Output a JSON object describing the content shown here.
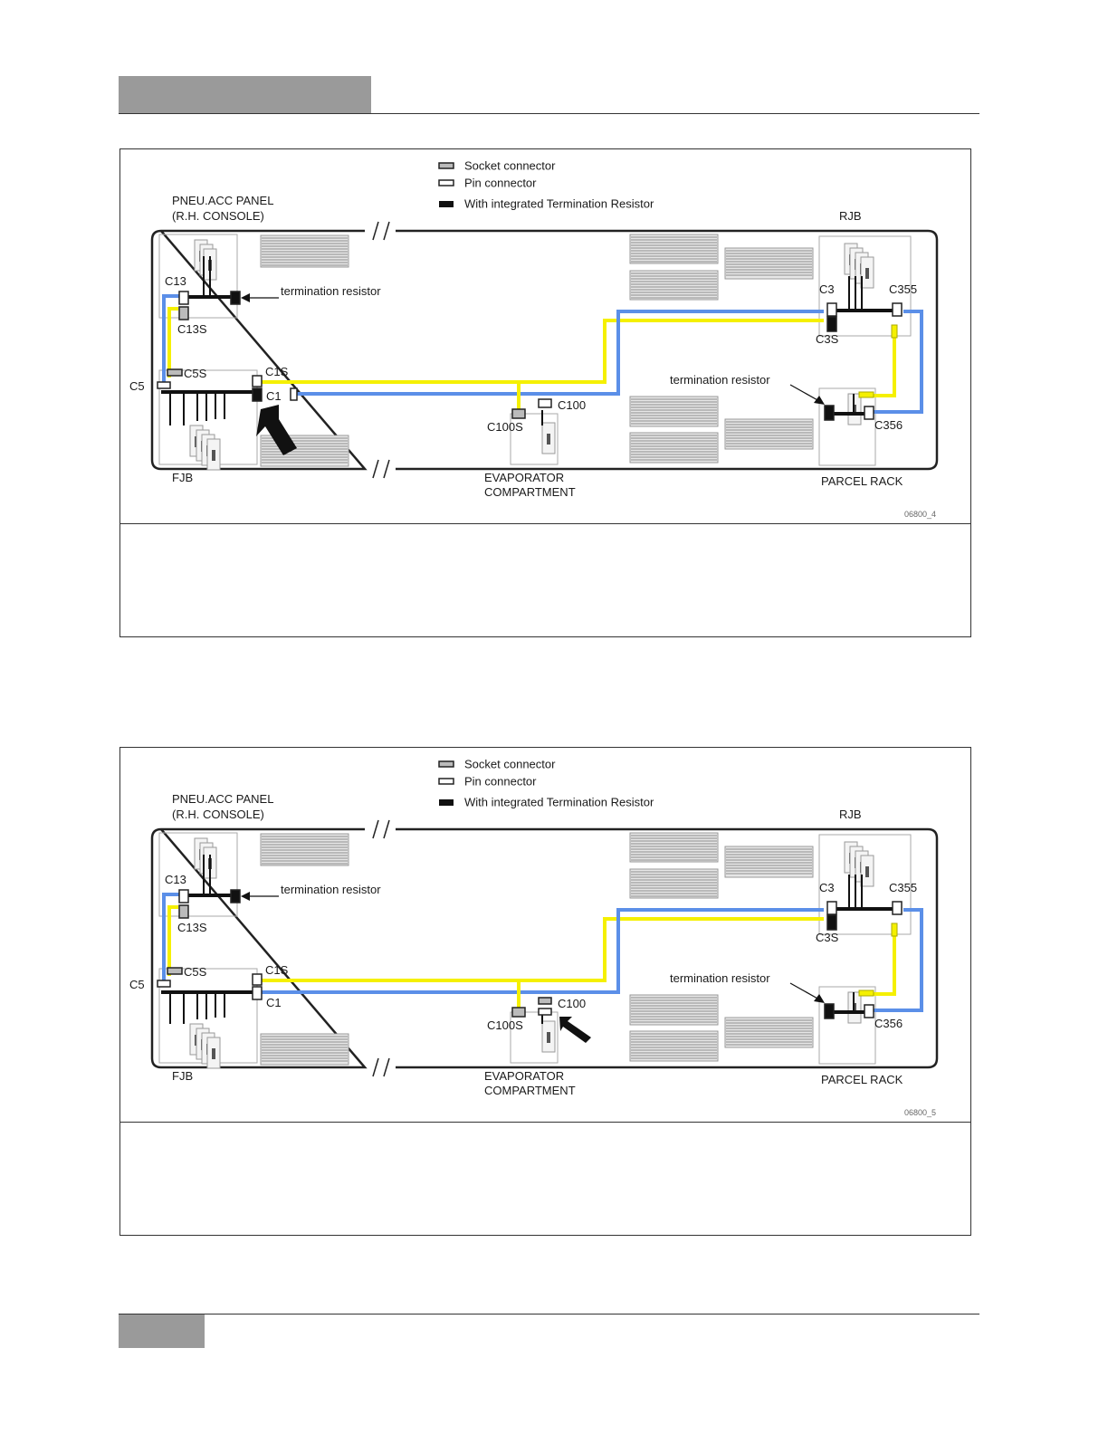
{
  "page": {
    "background": "#ffffff",
    "header_tab_color": "#9a9a9a"
  },
  "colors": {
    "can_high": "#f5f000",
    "can_low": "#5b8fe8",
    "ecu_stroke": "#999999",
    "grille": "#8c8c8c"
  },
  "figures": [
    {
      "legend": {
        "socket": "Socket connector",
        "pin": "Pin connector",
        "integrated": "With integrated Termination Resistor"
      },
      "labels": {
        "pneu_panel_line1": "PNEU.ACC PANEL",
        "pneu_panel_line2": "(R.H. CONSOLE)",
        "rjb": "RJB",
        "fjb": "FJB",
        "evap_line1": "EVAPORATOR",
        "evap_line2": "COMPARTMENT",
        "parcel_rack": "PARCEL RACK",
        "termination_left": "termination resistor",
        "termination_right": "termination resistor",
        "c13": "C13",
        "c13s": "C13S",
        "c5": "C5",
        "c5s": "C5S",
        "c1s": "C1S",
        "c1": "C1",
        "c100": "C100",
        "c100s": "C100S",
        "c3": "C3",
        "c3s": "C3S",
        "c355": "C355",
        "c356": "C356",
        "figure_id": "06800_4"
      },
      "arrow_target": "C1"
    },
    {
      "legend": {
        "socket": "Socket connector",
        "pin": "Pin connector",
        "integrated": "With integrated Termination Resistor"
      },
      "labels": {
        "pneu_panel_line1": "PNEU.ACC PANEL",
        "pneu_panel_line2": "(R.H. CONSOLE)",
        "rjb": "RJB",
        "fjb": "FJB",
        "evap_line1": "EVAPORATOR",
        "evap_line2": "COMPARTMENT",
        "parcel_rack": "PARCEL RACK",
        "termination_left": "termination resistor",
        "termination_right": "termination resistor",
        "c13": "C13",
        "c13s": "C13S",
        "c5": "C5",
        "c5s": "C5S",
        "c1s": "C1S",
        "c1": "C1",
        "c100": "C100",
        "c100s": "C100S",
        "c3": "C3",
        "c3s": "C3S",
        "c355": "C355",
        "c356": "C356",
        "figure_id": "06800_5"
      },
      "arrow_target": "C100"
    }
  ]
}
